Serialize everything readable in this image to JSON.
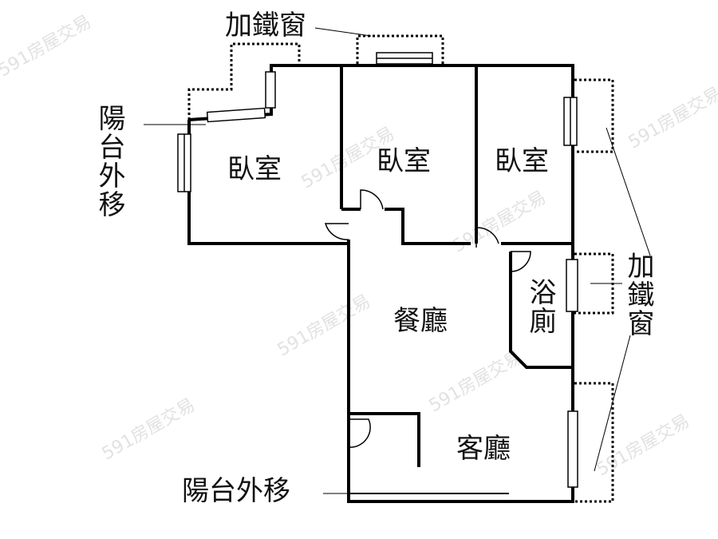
{
  "watermark": "591房屋交易",
  "labels": {
    "iron_window_top": "加鐵窗",
    "balcony_left": "陽台外移",
    "bedroom_1": "臥室",
    "bedroom_2": "臥室",
    "bedroom_3": "臥室",
    "dining": "餐廳",
    "bathroom": "浴廁",
    "living": "客廳",
    "iron_window_right": "加鐵窗",
    "balcony_bottom": "陽台外移"
  }
}
